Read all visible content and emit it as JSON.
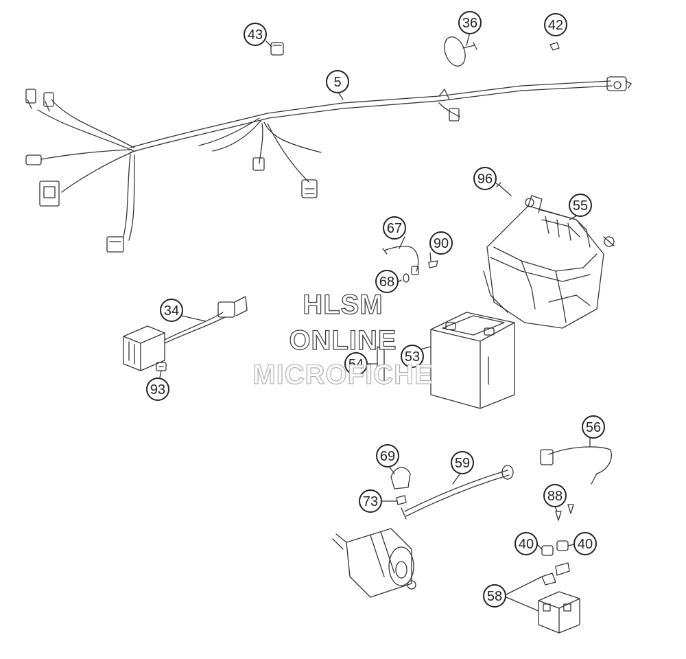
{
  "watermark": {
    "line1": "HLSM",
    "line2": "ONLINE",
    "line3": "MICROFICHE"
  },
  "callouts": [
    {
      "id": "c43",
      "label": "43"
    },
    {
      "id": "c36",
      "label": "36"
    },
    {
      "id": "c42",
      "label": "42"
    },
    {
      "id": "c5",
      "label": "5"
    },
    {
      "id": "c96",
      "label": "96"
    },
    {
      "id": "c55",
      "label": "55"
    },
    {
      "id": "c67",
      "label": "67"
    },
    {
      "id": "c90",
      "label": "90"
    },
    {
      "id": "c68",
      "label": "68"
    },
    {
      "id": "c34",
      "label": "34"
    },
    {
      "id": "c54",
      "label": "54"
    },
    {
      "id": "c53",
      "label": "53"
    },
    {
      "id": "c93",
      "label": "93"
    },
    {
      "id": "c56",
      "label": "56"
    },
    {
      "id": "c69",
      "label": "69"
    },
    {
      "id": "c59",
      "label": "59"
    },
    {
      "id": "c88",
      "label": "88"
    },
    {
      "id": "c73",
      "label": "73"
    },
    {
      "id": "c40a",
      "label": "40"
    },
    {
      "id": "c40b",
      "label": "40"
    },
    {
      "id": "c58",
      "label": "58"
    }
  ]
}
